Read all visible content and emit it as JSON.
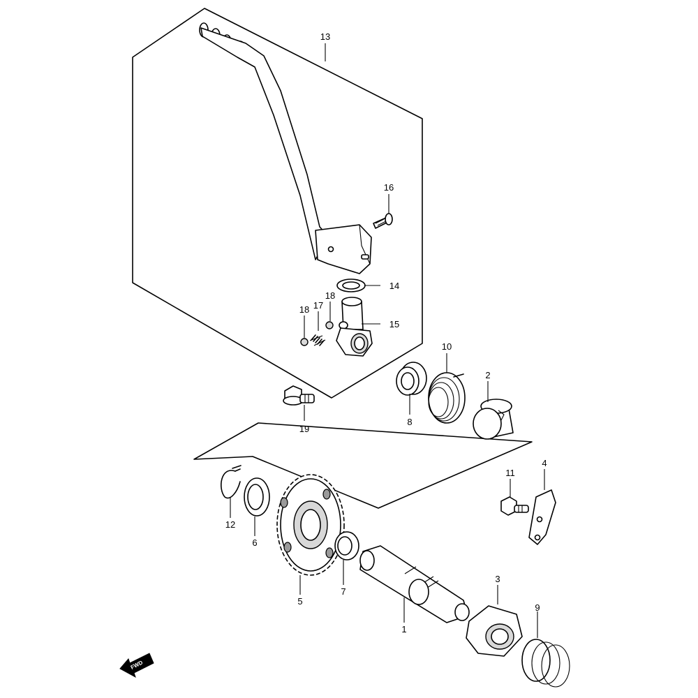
{
  "callouts": {
    "p1": "1",
    "p2": "2",
    "p3": "3",
    "p4": "4",
    "p5": "5",
    "p6": "6",
    "p7": "7",
    "p8": "8",
    "p9": "9",
    "p10": "10",
    "p11": "11",
    "p12": "12",
    "p13": "13",
    "p14": "14",
    "p15": "15",
    "p16": "16",
    "p17": "17",
    "p18a": "18",
    "p18b": "18",
    "p19": "19"
  },
  "direction_badge": {
    "label": "FWD"
  }
}
